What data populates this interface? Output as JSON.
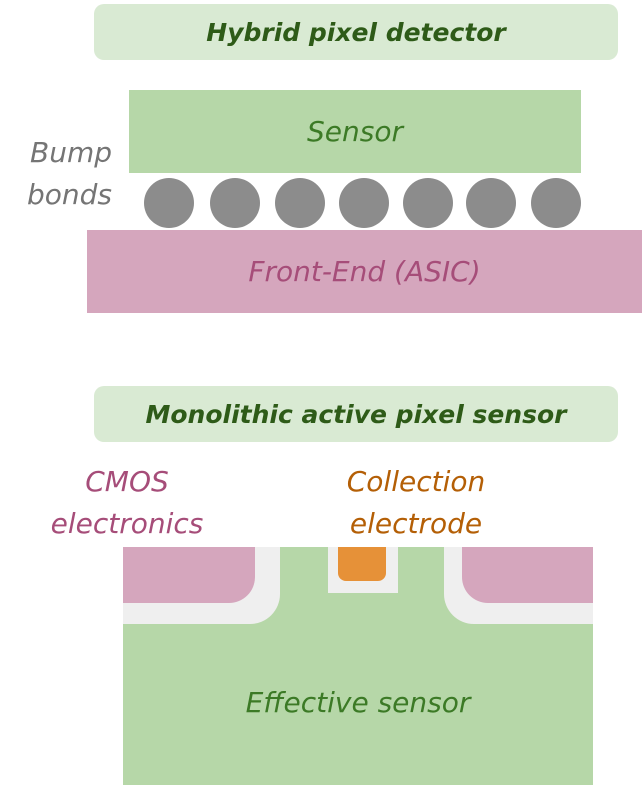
{
  "hybrid": {
    "title": "Hybrid pixel detector",
    "sensor_label": "Sensor",
    "bump_label_line1": "Bump",
    "bump_label_line2": "bonds",
    "asic_label": "Front-End (ASIC)"
  },
  "maps": {
    "title": "Monolithic active pixel sensor",
    "cmos_label_line1": "CMOS",
    "cmos_label_line2": "electronics",
    "collection_label_line1": "Collection",
    "collection_label_line2": "electrode",
    "sensor_label": "Effective sensor"
  },
  "colors": {
    "title_bg": "#d9ead3",
    "title_text": "#2e5b18",
    "sensor": "#b6d7a8",
    "asic": "#d5a6bd",
    "bump": "#8c8c8c",
    "electrode": "#e69138"
  }
}
